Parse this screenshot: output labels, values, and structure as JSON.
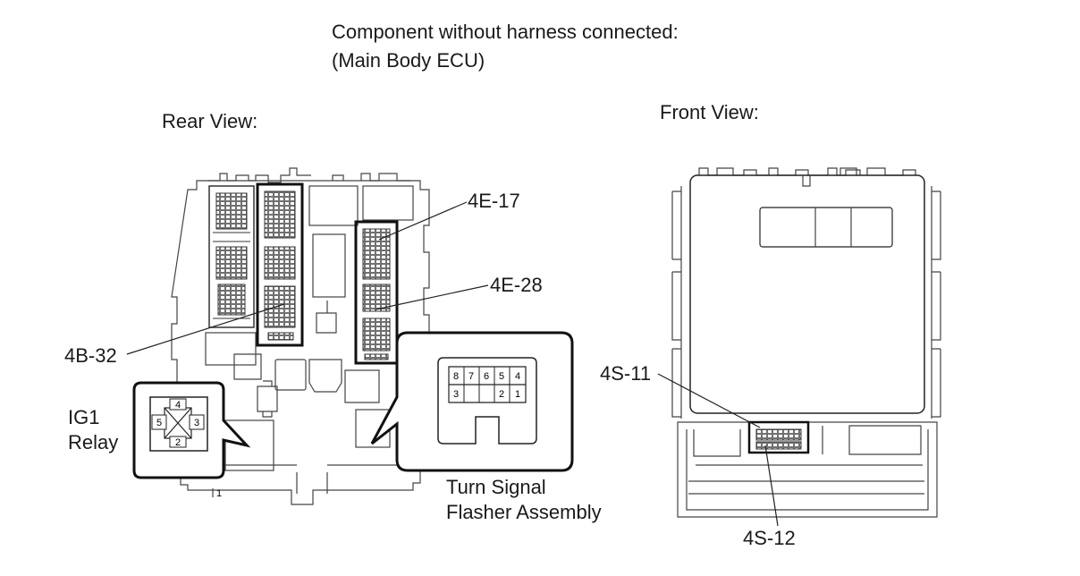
{
  "heading": {
    "line1": "Component without harness connected:",
    "line2": "(Main Body ECU)"
  },
  "views": {
    "rear": "Rear View:",
    "front": "Front View:"
  },
  "callouts": {
    "c4e17": "4E-17",
    "c4e28": "4E-28",
    "c4b32": "4B-32",
    "c4s11": "4S-11",
    "c4s12": "4S-12"
  },
  "ig1_relay": {
    "label_line1": "IG1",
    "label_line2": "Relay",
    "pins": {
      "top": "4",
      "left": "5",
      "right": "3",
      "bottom": "2"
    }
  },
  "flasher": {
    "label_line1": "Turn Signal",
    "label_line2": "Flasher Assembly",
    "top_row": [
      "8",
      "7",
      "6",
      "5",
      "4"
    ],
    "bottom_left": "3",
    "bottom_right": [
      "2",
      "1"
    ]
  },
  "ecu_corner_mark": "1"
}
